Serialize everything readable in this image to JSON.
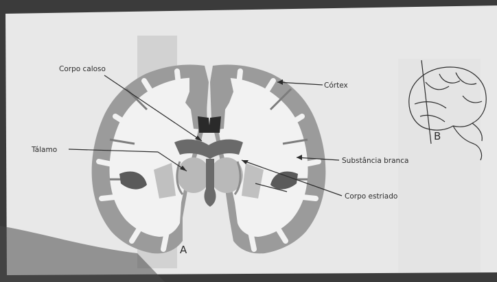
{
  "labels": {
    "corpo_caloso": "Corpo caloso",
    "cortex": "Córtex",
    "talamo": "Tálamo",
    "substancia_branca": "Substância branca",
    "corpo_estriado": "Corpo estriado",
    "panel_a": "A",
    "panel_b": "B"
  },
  "colors": {
    "page": "#e9e9e9",
    "cortex_gray": "#9b9b9b",
    "white_matter": "#f2f2f2",
    "deep_gray": "#6a6a6a",
    "nucleus_light": "#b9b9b9",
    "leader_line": "#2b2b2b"
  }
}
